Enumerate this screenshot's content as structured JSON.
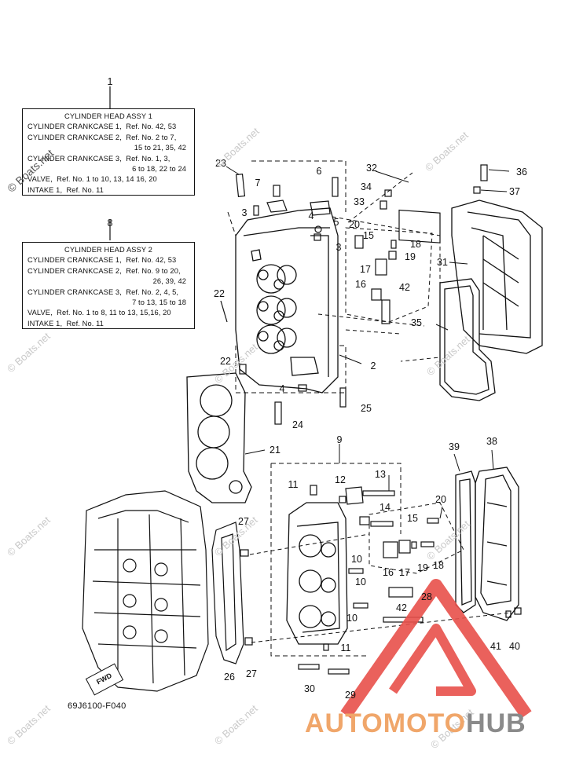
{
  "legend_1": {
    "number": "1",
    "title": "CYLINDER HEAD ASSY 1",
    "lines": [
      "CYLINDER CRANKCASE 1,  Ref. No. 42, 53",
      "CYLINDER CRANKCASE 2,  Ref. No. 2 to 7,",
      "15 to 21, 35, 42",
      "CYLINDER CRANKCASE 3,  Ref. No. 1, 3,",
      "6 to 18, 22 to 24",
      "VALVE,  Ref. No. 1 to 10, 13, 14 16, 20",
      "INTAKE 1,  Ref. No. 11"
    ]
  },
  "legend_2": {
    "number": "8",
    "title": "CYLINDER HEAD ASSY 2",
    "lines": [
      "CYLINDER CRANKCASE 1,  Ref. No. 42, 53",
      "CYLINDER CRANKCASE 2,  Ref. No. 9 to 20,",
      "26, 39, 42",
      "CYLINDER CRANKCASE 3,  Ref. No. 2, 4, 5,",
      "7 to 13, 15 to 18",
      "VALVE,  Ref. No. 1 to 8, 11 to 13, 15,16, 20",
      "INTAKE 1,  Ref. No. 11"
    ]
  },
  "callouts": [
    "23",
    "7",
    "3",
    "6",
    "4",
    "5",
    "3",
    "20",
    "15",
    "18",
    "19",
    "17",
    "16",
    "42",
    "32",
    "34",
    "33",
    "36",
    "37",
    "31",
    "35",
    "2",
    "22",
    "22",
    "4",
    "25",
    "24",
    "21",
    "9",
    "11",
    "12",
    "13",
    "14",
    "15",
    "16",
    "17",
    "19",
    "18",
    "20",
    "39",
    "38",
    "27",
    "10",
    "10",
    "42",
    "28",
    "10",
    "11",
    "26",
    "27",
    "30",
    "29",
    "41",
    "40"
  ],
  "figure_code": "69J6100-F040",
  "fwd_label": "FWD",
  "watermark_copyright": "© Boats.net",
  "watermark_text": "© Boats.net",
  "brand": {
    "part1": "AUTOMOTO",
    "part2": "HUB",
    "color1": "#f0a66a",
    "color2": "#8a8a8a",
    "logo_color": "#e8504a"
  }
}
